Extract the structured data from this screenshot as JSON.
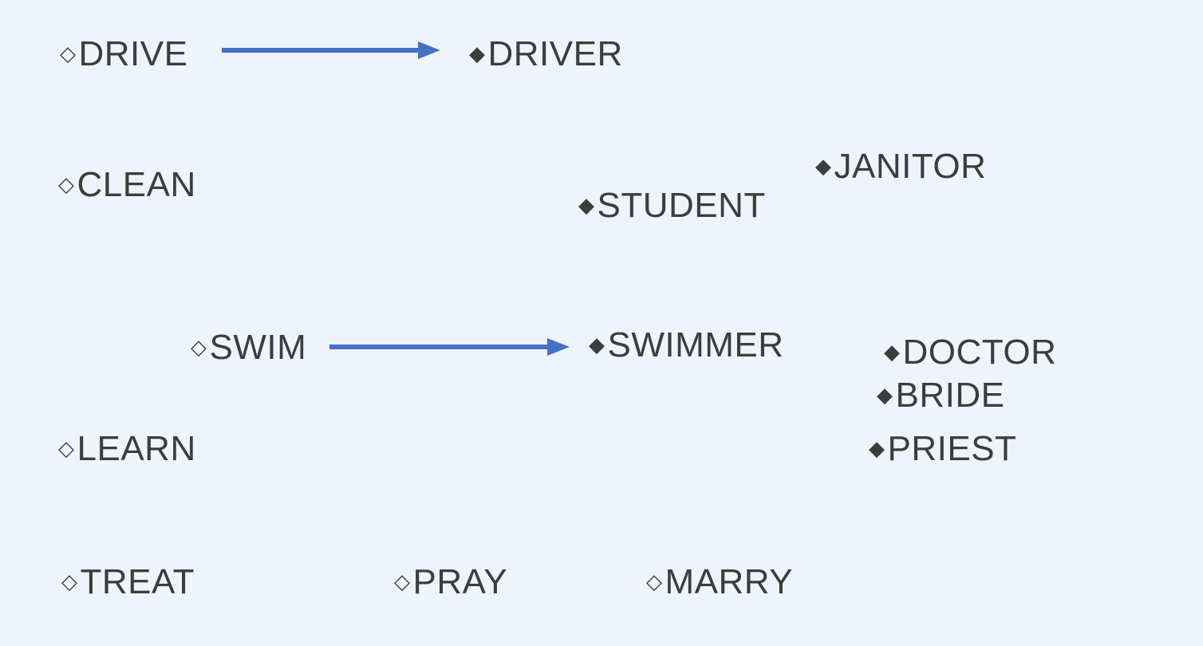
{
  "slide": {
    "background_color": "#eff3fc",
    "text_color": "#3d3d3d",
    "arrow_color": "#4472c4",
    "marker_hollow": "◇",
    "marker_filled": "◆"
  },
  "terms": {
    "drive": {
      "text": "DRIVE",
      "bullet": "◇"
    },
    "driver": {
      "text": "DRIVER",
      "bullet": "◆"
    },
    "clean": {
      "text": "CLEAN",
      "bullet": "◇"
    },
    "janitor": {
      "text": "JANITOR",
      "bullet": "◆"
    },
    "student": {
      "text": "STUDENT",
      "bullet": "◆"
    },
    "swim": {
      "text": "SWIM",
      "bullet": "◇"
    },
    "swimmer": {
      "text": "SWIMMER",
      "bullet": "◆"
    },
    "doctor": {
      "text": "DOCTOR",
      "bullet": "◆"
    },
    "bride": {
      "text": "BRIDE",
      "bullet": "◆"
    },
    "learn": {
      "text": "LEARN",
      "bullet": "◇"
    },
    "priest": {
      "text": "PRIEST",
      "bullet": "◆"
    },
    "treat": {
      "text": "TREAT",
      "bullet": "◇"
    },
    "pray": {
      "text": "PRAY",
      "bullet": "◇"
    },
    "marry": {
      "text": "MARRY",
      "bullet": "◇"
    }
  },
  "connections": [
    {
      "from": "DRIVE",
      "to": "DRIVER"
    },
    {
      "from": "SWIM",
      "to": "SWIMMER"
    }
  ]
}
